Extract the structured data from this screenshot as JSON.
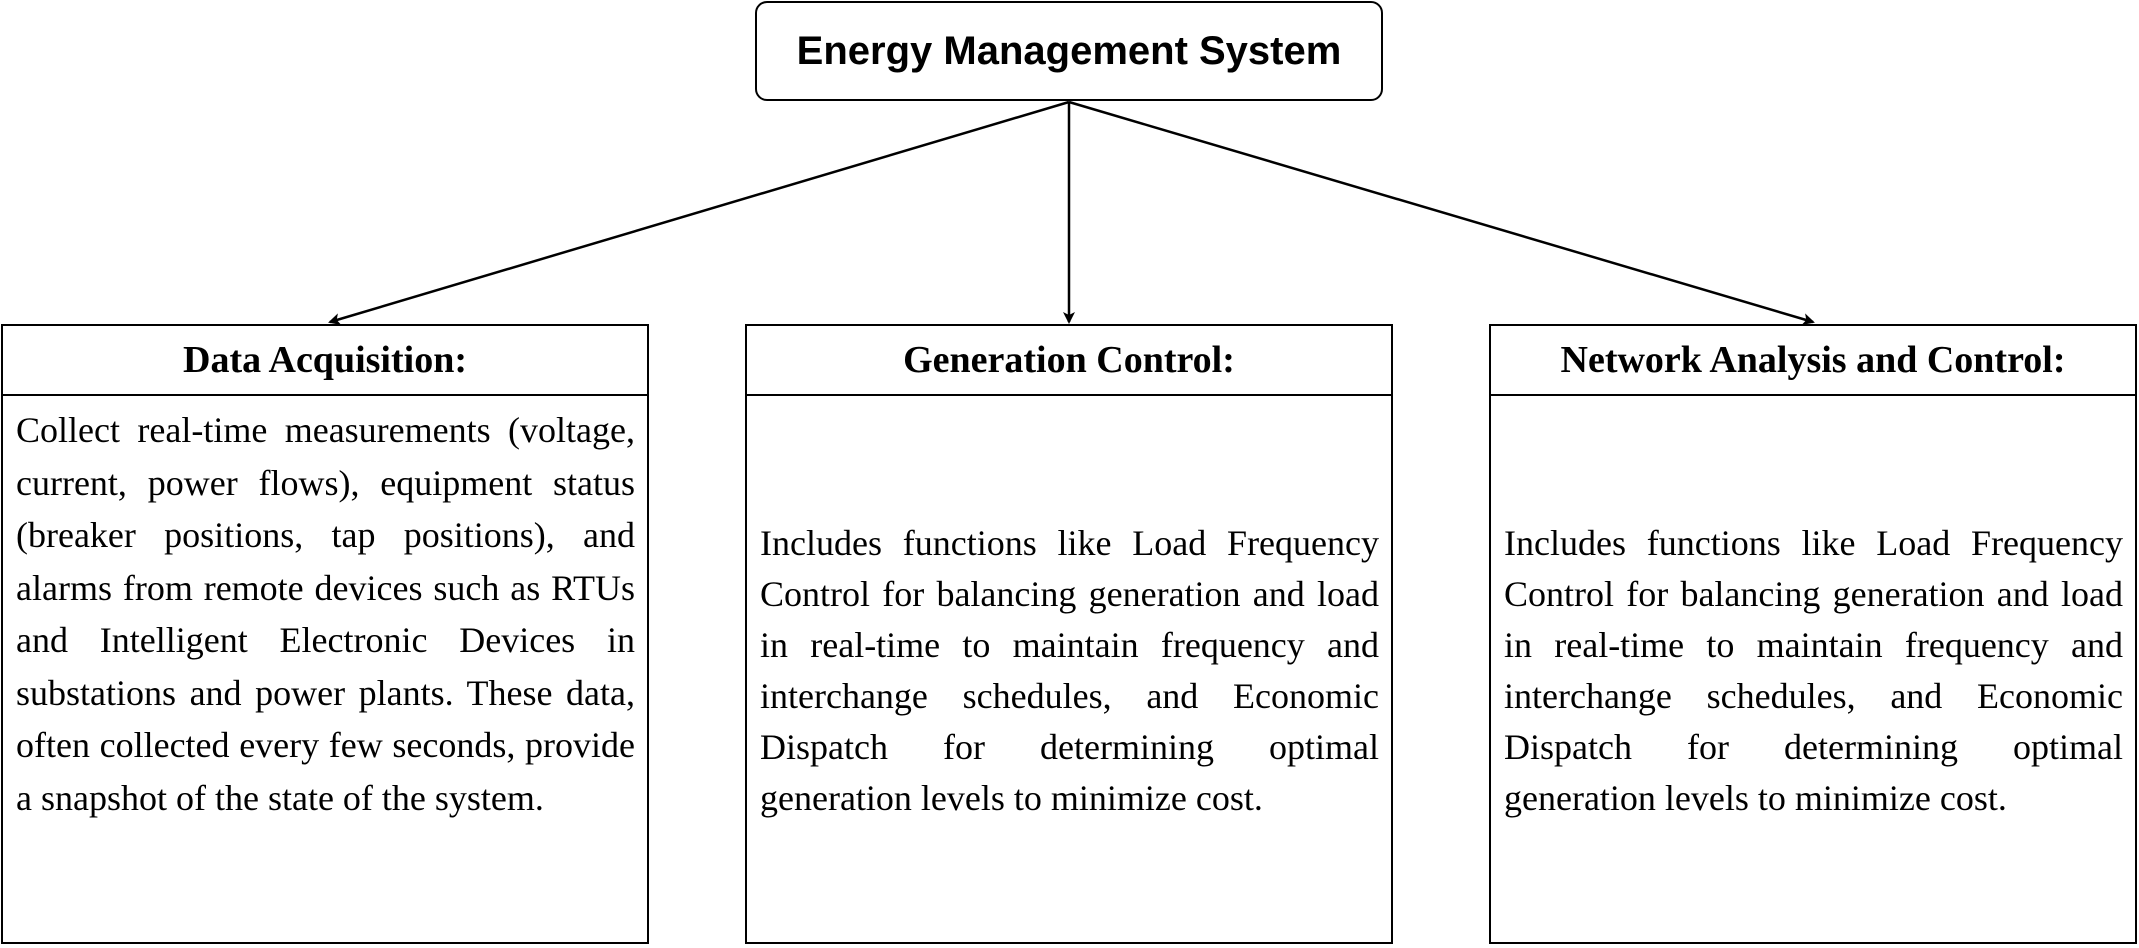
{
  "root": {
    "title": "Energy Management System"
  },
  "panels": [
    {
      "title": "Data Acquisition:",
      "text": "Collect real-time measurements (voltage, current, power flows), equipment status (breaker positions, tap positions), and alarms from remote devices such as RTUs and Intelligent Electronic Devices in substations and power plants. These data, often collected every few seconds, provide a snapshot of the state of the system."
    },
    {
      "title": "Generation Control:",
      "text": "Includes functions like Load Frequency Control for balancing generation and load in real-time to maintain frequency and interchange schedules, and Economic Dispatch for determining optimal generation levels to minimize cost."
    },
    {
      "title": "Network Analysis and Control:",
      "text": "Includes functions like Load Frequency Control for balancing generation and load in real-time to maintain frequency and interchange schedules, and Economic Dispatch for determining optimal generation levels to minimize cost."
    }
  ]
}
